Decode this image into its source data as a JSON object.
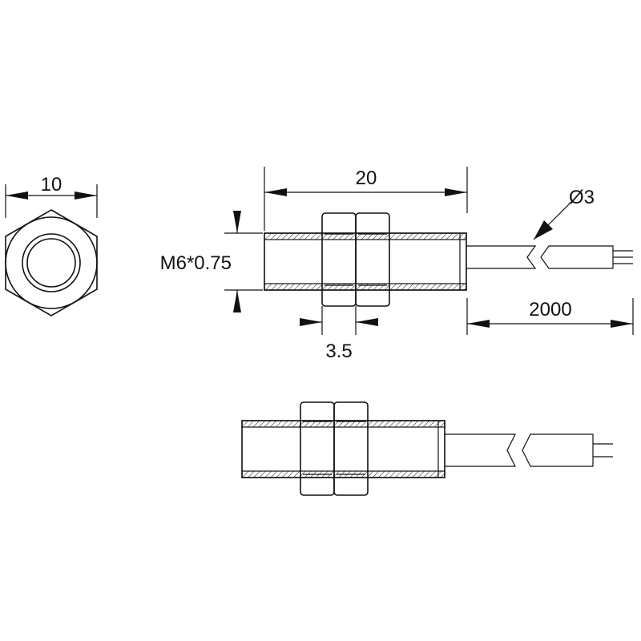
{
  "dimensions": {
    "hex_width": "10",
    "body_length": "20",
    "cable_diameter": "Ø3",
    "thread": "M6*0.75",
    "nut_thickness": "3.5",
    "cable_length": "2000"
  },
  "colors": {
    "line": "#111111",
    "background": "#ffffff"
  }
}
